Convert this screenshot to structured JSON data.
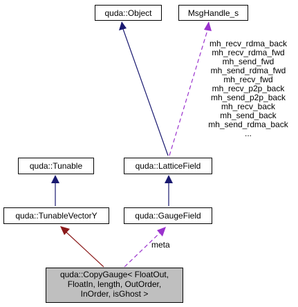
{
  "nodes": {
    "object": "quda::Object",
    "msghandle": "MsgHandle_s",
    "tunable": "quda::Tunable",
    "lattice": "quda::LatticeField",
    "tunablevector": "quda::TunableVectorY",
    "gauge": "quda::GaugeField",
    "copygauge": [
      "quda::CopyGauge< FloatOut,",
      "FloatIn, length, OutOrder,",
      "InOrder, isGhost >"
    ]
  },
  "edge_labels": {
    "msghandle_to_lattice": [
      "mh_recv_rdma_back",
      "mh_recv_rdma_fwd",
      "mh_send_fwd",
      "mh_send_rdma_fwd",
      "mh_recv_fwd",
      "mh_recv_p2p_back",
      "mh_send_p2p_back",
      "mh_recv_back",
      "mh_send_back",
      "mh_send_rdma_back",
      "..."
    ],
    "gauge_to_copygauge": "meta"
  },
  "colors": {
    "inheritance_public": "#191970",
    "inheritance_protected": "#8b1a1a",
    "usage": "#9a32cd",
    "highlight_fill": "#bfbfbf"
  }
}
